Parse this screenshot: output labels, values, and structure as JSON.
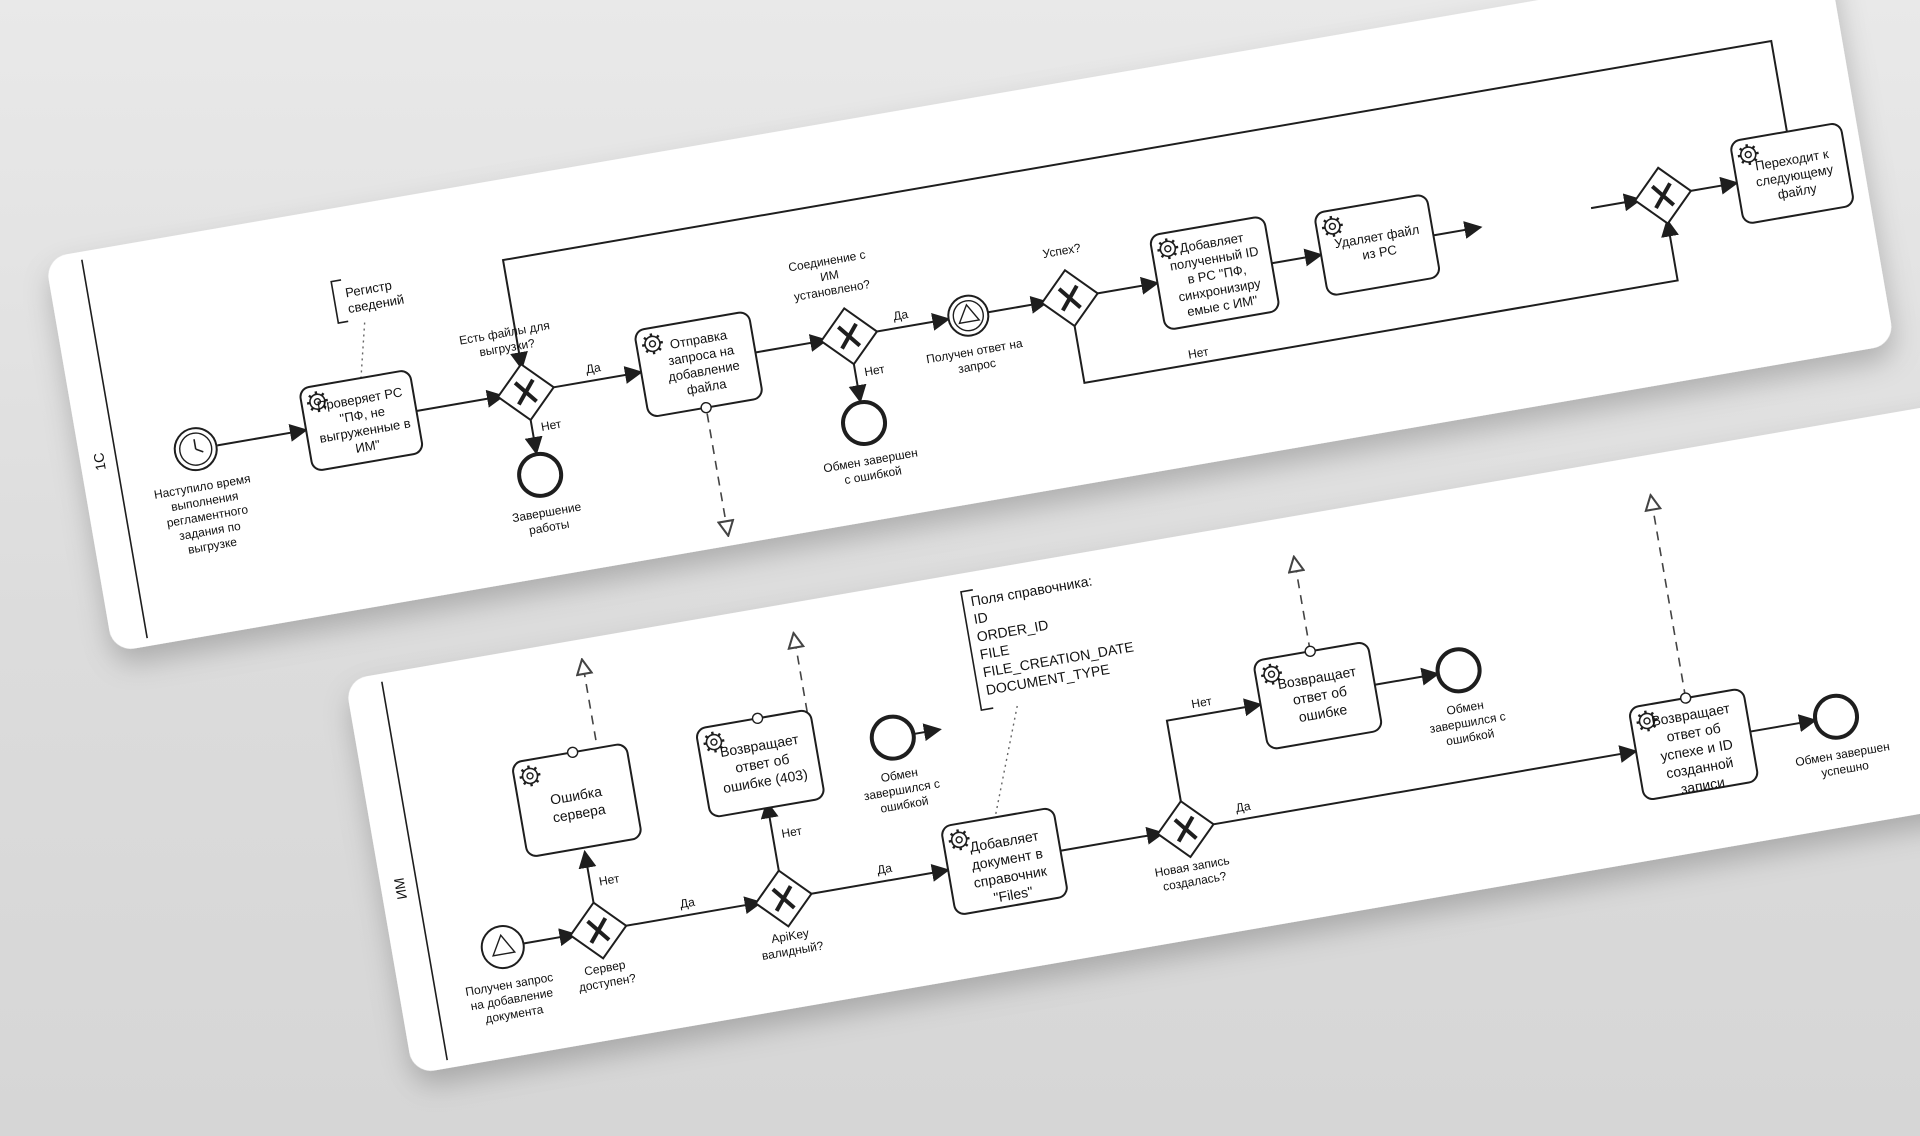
{
  "lanes": [
    {
      "label": "1С"
    },
    {
      "label": "ИМ"
    }
  ],
  "pool1": {
    "start_event": "Наступило время выполнения регламентного задания по выгрузке",
    "data_annotation": "Регистр сведений",
    "task_check": "Проверяет РС \"ПФ, не выгруженные в ИМ\"",
    "gateway_files": "Есть файлы для выгрузки?",
    "label_yes1": "Да",
    "label_no1": "Нет",
    "end_work": "Завершение работы",
    "task_send": "Отправка запроса на добавление файла",
    "gateway_conn": "Соединение с ИМ установлено?",
    "label_yes2": "Да",
    "label_no2": "Нет",
    "end_error": "Обмен завершен с ошибкой",
    "event_response": "Получен ответ на запрос",
    "gateway_success": "Успех?",
    "label_no3": "Нет",
    "task_add_id": "Добавляет полученный ID в РС \"ПФ, синхронизиру емые с ИМ\"",
    "task_delete": "Удаляет файл из РС",
    "task_next": "Переходит к следующему файлу"
  },
  "pool2": {
    "start_event": "Получен запрос на добавление документа",
    "gateway_server": "Сервер доступен?",
    "label_no_server": "Нет",
    "label_yes_server": "Да",
    "task_server_error": "Ошибка сервера",
    "gateway_apikey": "ApiKey валидный?",
    "label_no_api": "Нет",
    "label_yes_api": "Да",
    "task_error403": "Возвращает ответ об ошибке (403)",
    "end_error1": "Обмен завершился с ошибкой",
    "annotation_fields": [
      "Поля справочника:",
      "ID",
      "ORDER_ID",
      "FILE",
      "FILE_CREATION_DATE",
      "DOCUMENT_TYPE"
    ],
    "task_add_doc": "Добавляет документ в справочник \"Files\"",
    "gateway_created": "Новая запись создалась?",
    "label_no_created": "Нет",
    "label_yes_created": "Да",
    "task_return_error": "Возвращает ответ об ошибке",
    "end_error2": "Обмен завершился с ошибкой",
    "task_return_success": "Возвращает ответ об успехе и ID созданной записи",
    "end_success": "Обмен завершен успешно"
  }
}
